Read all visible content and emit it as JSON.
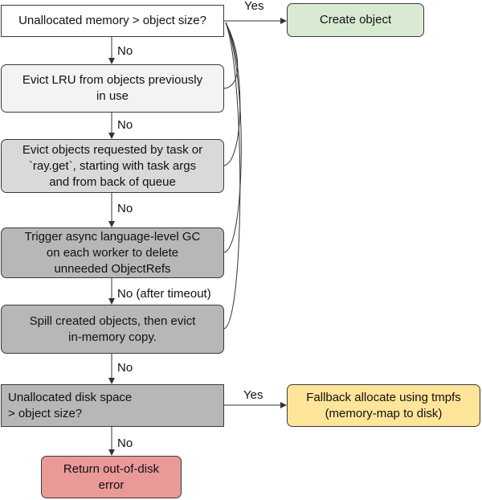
{
  "nodes": {
    "q_memory": "Unallocated memory > object size?",
    "create_object": "Create object",
    "evict_lru": "Evict LRU from objects previously\nin use",
    "evict_requested": "Evict objects requested by task or\n`ray.get`, starting with task args\nand from back of queue",
    "trigger_gc": "Trigger async language-level GC\non each worker to delete\nunneeded ObjectRefs",
    "spill": "Spill created objects, then evict\nin-memory copy.",
    "q_disk": "Unallocated disk space\n > object size?",
    "fallback": "Fallback allocate using tmpfs\n(memory-map to disk)",
    "out_of_disk": "Return out-of-disk\nerror"
  },
  "edges": {
    "yes_memory": "Yes",
    "no_1": "No",
    "no_2": "No",
    "no_3": "No",
    "no_timeout": "No (after timeout)",
    "no_4": "No",
    "yes_disk": "Yes",
    "no_5": "No"
  },
  "colors": {
    "q_memory": "#ffffff",
    "create_object": "#d9ead3",
    "evict_lru": "#f3f3f3",
    "evict_requested": "#d9d9d9",
    "trigger_gc": "#b7b7b7",
    "spill": "#b7b7b7",
    "q_disk": "#b7b7b7",
    "fallback": "#ffe599",
    "out_of_disk": "#ea9999"
  }
}
